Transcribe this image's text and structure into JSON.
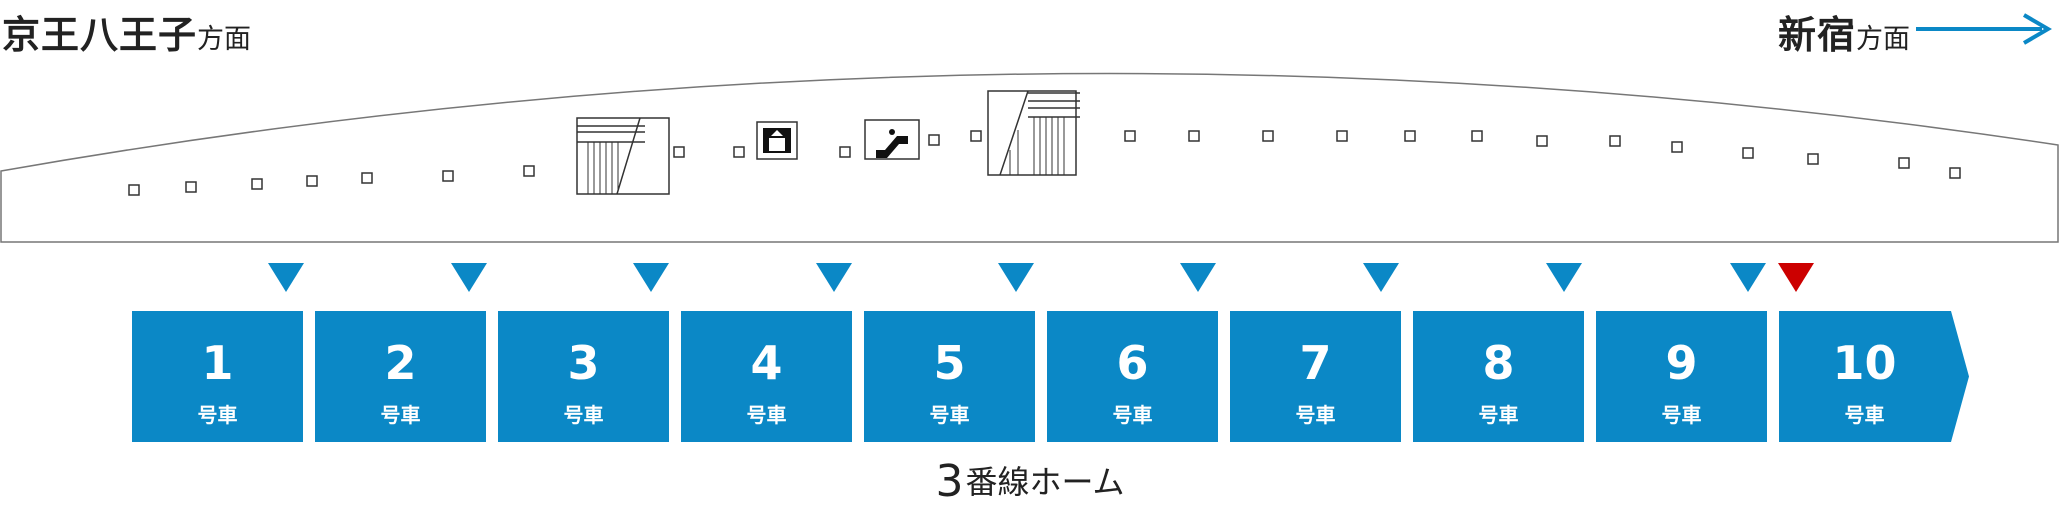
{
  "header": {
    "left_station": "京王八王子",
    "left_suffix": "方面",
    "right_station": "新宿",
    "right_suffix": "方面"
  },
  "icons": {
    "direction_arrow": "right-arrow-icon",
    "stair": "stairs-icon",
    "elevator": "elevator-icon",
    "escalator": "escalator-icon",
    "door_marker": "door-marker-icon"
  },
  "colors": {
    "car": "#0b88c6",
    "door": "#0b88c6",
    "highlight_door": "#cc0000"
  },
  "cars": [
    {
      "number": "1",
      "label": "号車"
    },
    {
      "number": "2",
      "label": "号車"
    },
    {
      "number": "3",
      "label": "号車"
    },
    {
      "number": "4",
      "label": "号車"
    },
    {
      "number": "5",
      "label": "号車"
    },
    {
      "number": "6",
      "label": "号車"
    },
    {
      "number": "7",
      "label": "号車"
    },
    {
      "number": "8",
      "label": "号車"
    },
    {
      "number": "9",
      "label": "号車"
    },
    {
      "number": "10",
      "label": "号車"
    }
  ],
  "platform": {
    "number": "3",
    "name": "番線ホーム"
  }
}
